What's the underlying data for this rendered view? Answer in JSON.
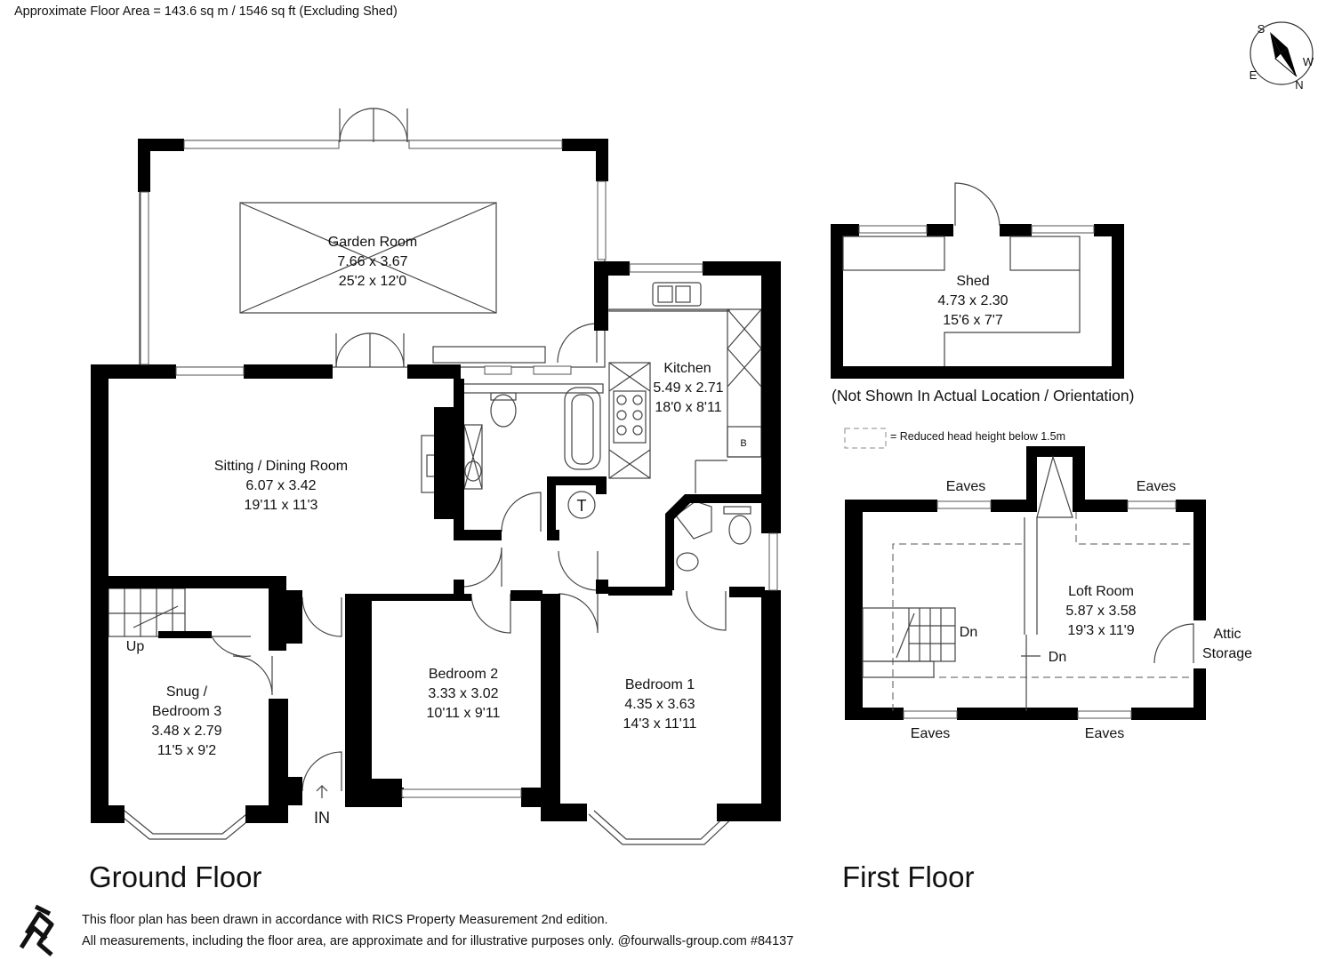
{
  "header": {
    "floor_area": "Approximate Floor Area = 143.6 sq m / 1546 sq ft (Excluding Shed)"
  },
  "compass": {
    "s": "S",
    "w": "W",
    "e": "E",
    "n": "N"
  },
  "floors": {
    "ground": "Ground Floor",
    "first": "First Floor"
  },
  "rooms": {
    "garden_room": {
      "name": "Garden Room",
      "metric": "7.66 x 3.67",
      "imperial": "25'2 x 12'0"
    },
    "kitchen": {
      "name": "Kitchen",
      "metric": "5.49 x 2.71",
      "imperial": "18'0 x 8'11"
    },
    "sitting": {
      "name": "Sitting / Dining  Room",
      "metric": "6.07 x 3.42",
      "imperial": "19'11 x 11'3"
    },
    "snug": {
      "name1": "Snug /",
      "name2": "Bedroom 3",
      "metric": "3.48 x 2.79",
      "imperial": "11'5 x 9'2"
    },
    "bedroom2": {
      "name": "Bedroom 2",
      "metric": "3.33 x 3.02",
      "imperial": "10'11 x 9'11"
    },
    "bedroom1": {
      "name": "Bedroom 1",
      "metric": "4.35 x 3.63",
      "imperial": "14'3 x 11'11"
    },
    "shed": {
      "name": "Shed",
      "metric": "4.73 x 2.30",
      "imperial": "15'6 x 7'7"
    },
    "loft": {
      "name": "Loft Room",
      "metric": "5.87 x 3.58",
      "imperial": "19'3 x 11'9"
    },
    "attic": {
      "line1": "Attic",
      "line2": "Storage"
    }
  },
  "labels": {
    "up": "Up",
    "in": "IN",
    "dn": "Dn",
    "eaves": "Eaves",
    "tank": "T",
    "boiler": "B"
  },
  "shed_note": "(Not Shown In Actual Location / Orientation)",
  "legend": {
    "text": "= Reduced head height below 1.5m"
  },
  "footer": {
    "line1": "This floor plan has been drawn in accordance with RICS Property Measurement 2nd edition.",
    "line2": "All measurements, including the floor area, are approximate and for illustrative purposes only. @fourwalls-group.com #84137"
  },
  "colors": {
    "wall": "#000000",
    "line": "#444444",
    "window": "#777777",
    "background": "#ffffff"
  }
}
